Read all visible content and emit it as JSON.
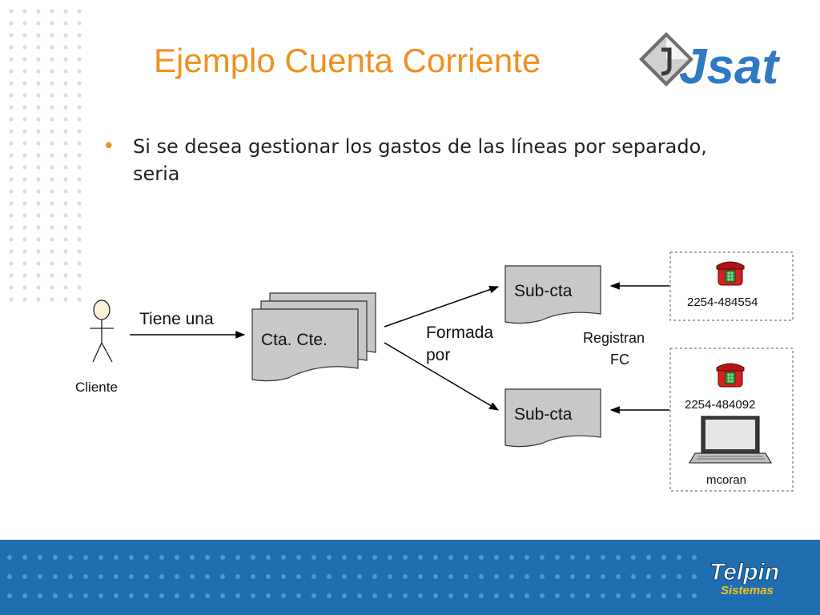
{
  "slide": {
    "title": "Ejemplo Cuenta Corriente",
    "bullet": "Si se desea gestionar los gastos de las líneas por separado, seria"
  },
  "logos": {
    "header_brand": "Jsat",
    "footer_brand_top": "Telpin",
    "footer_brand_bottom": "Sistemas"
  },
  "diagram": {
    "actor_label": "Cliente",
    "relation_label": "Tiene una",
    "account_label": "Cta. Cte.",
    "formed_label_line1": "Formada",
    "formed_label_line2": "por",
    "subaccount_top_label": "Sub-cta",
    "subaccount_bottom_label": "Sub-cta",
    "register_label_line1": "Registran",
    "register_label_line2": "FC",
    "line_top_number": "2254-484554",
    "line_bottom_number": "2254-484092",
    "user_label": "mcoran"
  },
  "colors": {
    "title": "#f0901e",
    "footer": "#1f6fb0",
    "doc_fill": "#c8c8c8",
    "phone": "#d42020"
  }
}
